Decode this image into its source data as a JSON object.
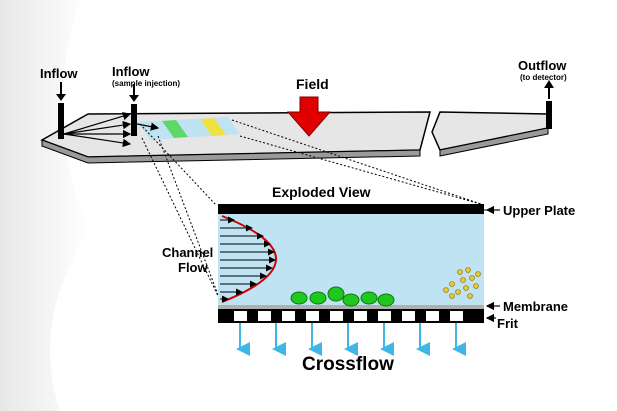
{
  "labels": {
    "inflow": "Inflow",
    "inflow_sample": "Inflow",
    "sample_injection": "(sample injection)",
    "field": "Field",
    "outflow": "Outflow",
    "to_detector": "(to detector)",
    "exploded_view": "Exploded View",
    "upper_plate": "Upper Plate",
    "channel": "Channel",
    "flow": "Flow",
    "membrane": "Membrane",
    "frit": "Frit",
    "crossflow": "Crossflow"
  },
  "colors": {
    "channel_fluid": "#bfe3f2",
    "field_arrow": "#e00000",
    "parabola": "#cc0000",
    "large_particles": "#1fc81f",
    "small_particles": "#e8c832",
    "crossflow_arrows": "#3fb6e6",
    "membrane": "#b0b0b0",
    "plate": "#000000"
  },
  "icons": [
    "down-arrow-icon",
    "up-arrow-icon",
    "field-arrow-icon"
  ]
}
